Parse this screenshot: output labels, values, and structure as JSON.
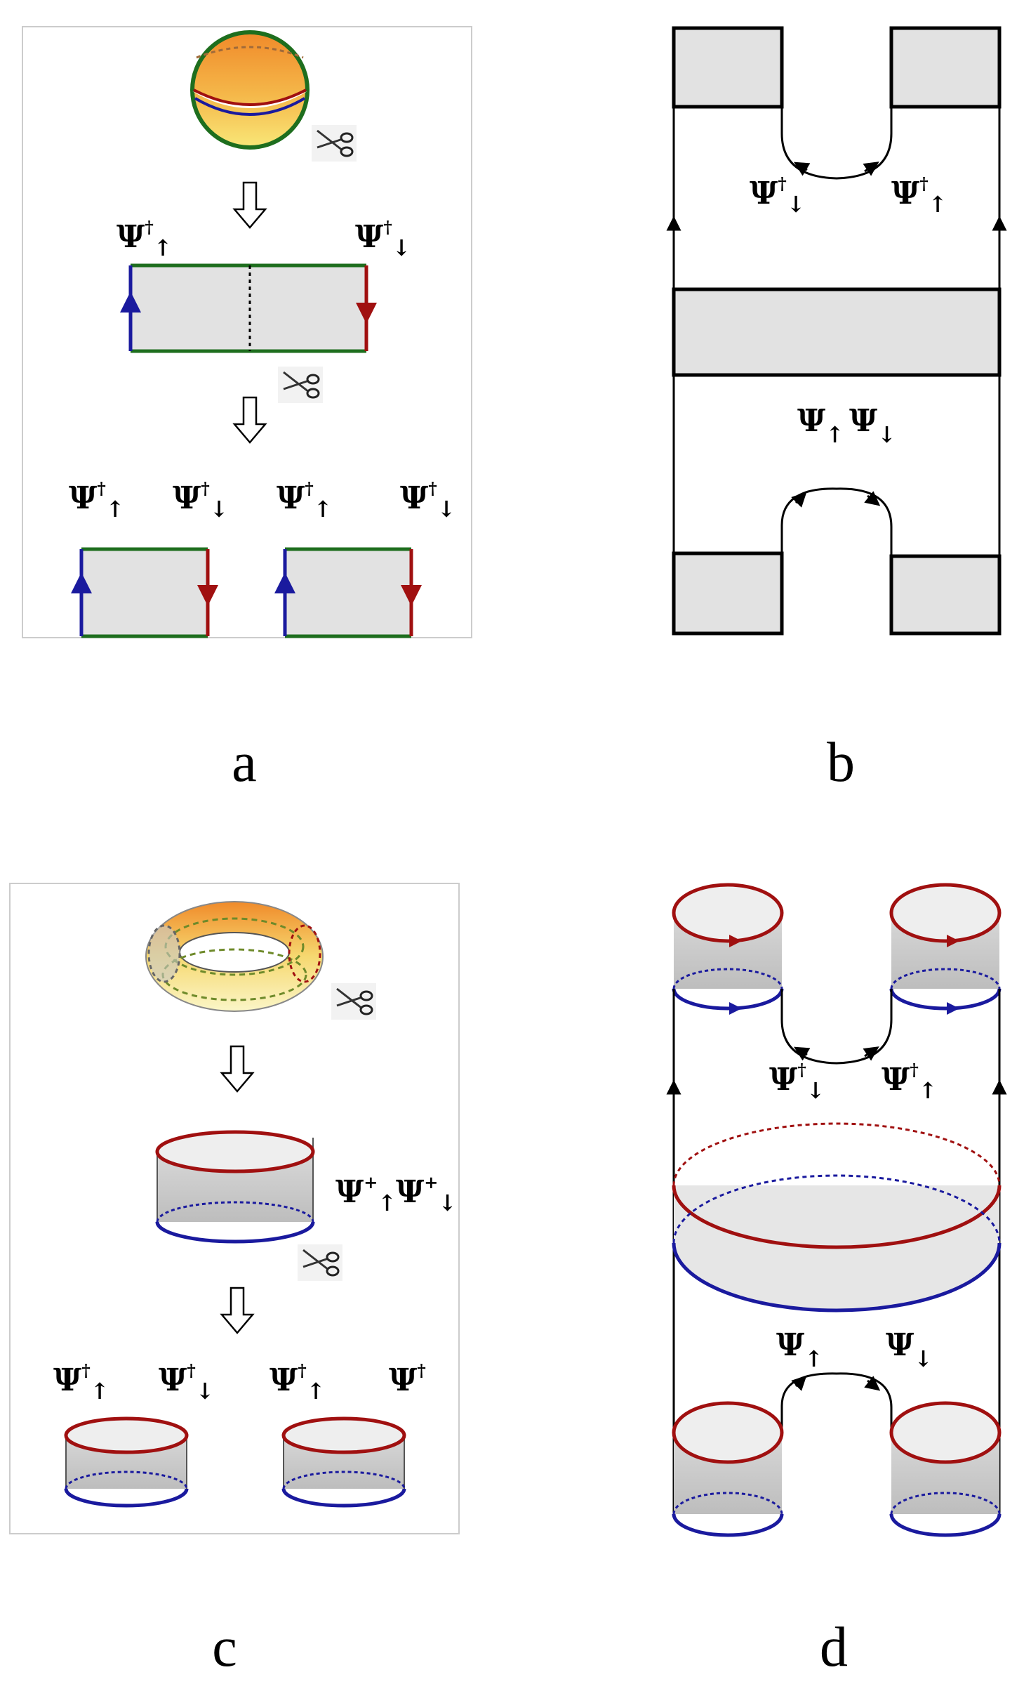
{
  "panels": {
    "a": {
      "letter": "a",
      "top_labels": [
        {
          "base": "Ψ",
          "sup": "†",
          "sub": "↑"
        },
        {
          "base": "Ψ",
          "sup": "†",
          "sub": "↓"
        }
      ],
      "bottom_labels": [
        {
          "base": "Ψ",
          "sup": "†",
          "sub": "↑"
        },
        {
          "base": "Ψ",
          "sup": "†",
          "sub": "↓"
        },
        {
          "base": "Ψ",
          "sup": "†",
          "sub": "↑"
        },
        {
          "base": "Ψ",
          "sup": "†",
          "sub": "↓"
        }
      ]
    },
    "b": {
      "letter": "b",
      "top_labels": [
        {
          "base": "Ψ",
          "sup": "†",
          "sub": "↓"
        },
        {
          "base": "Ψ",
          "sup": "†",
          "sub": "↑"
        }
      ],
      "bottom_labels": [
        {
          "base": "Ψ",
          "sup": "",
          "sub": "↑"
        },
        {
          "base": "Ψ",
          "sup": "",
          "sub": "↓"
        }
      ]
    },
    "c": {
      "letter": "c",
      "mid_labels": [
        {
          "base": "Ψ",
          "sup": "+",
          "sub": "↑"
        },
        {
          "base": "Ψ",
          "sup": "+",
          "sub": "↓"
        }
      ],
      "bottom_labels": [
        {
          "base": "Ψ",
          "sup": "†",
          "sub": "↑"
        },
        {
          "base": "Ψ",
          "sup": "†",
          "sub": "↓"
        },
        {
          "base": "Ψ",
          "sup": "†",
          "sub": "↑"
        },
        {
          "base": "Ψ",
          "sup": "†",
          "sub": ""
        }
      ]
    },
    "d": {
      "letter": "d",
      "top_labels": [
        {
          "base": "Ψ",
          "sup": "†",
          "sub": "↓"
        },
        {
          "base": "Ψ",
          "sup": "†",
          "sub": "↑"
        }
      ],
      "bottom_labels": [
        {
          "base": "Ψ",
          "sup": "",
          "sub": "↑"
        },
        {
          "base": "Ψ",
          "sup": "",
          "sub": "↓"
        }
      ]
    }
  },
  "colors": {
    "blue_edge": "#1a1a9e",
    "red_edge": "#a01010",
    "green_edge": "#1e6e1e",
    "fill_gray": "#e2e2e2",
    "dark_gray": "#c0c0c0",
    "outline": "#000000",
    "sphere_orange": "#f3a23a",
    "sphere_yellow": "#f7df60"
  },
  "icons": [
    "scissors-icon",
    "down-arrow-icon"
  ]
}
